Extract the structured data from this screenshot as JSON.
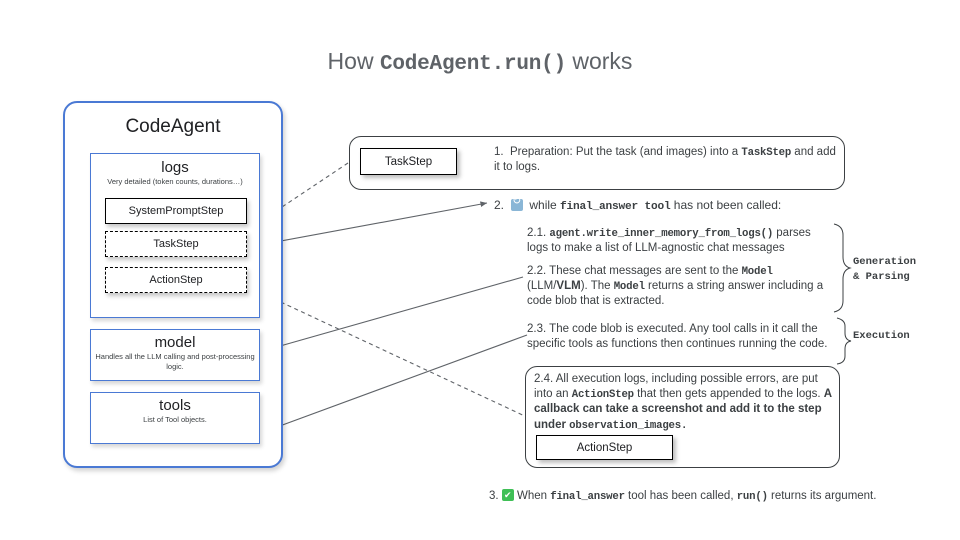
{
  "title": {
    "prefix": "How ",
    "code": "CodeAgent.run()",
    "suffix": " works"
  },
  "agent_panel": {
    "name": "CodeAgent",
    "logs": {
      "title": "logs",
      "subtitle": "Very detailed (token counts, durations…)",
      "steps": [
        {
          "label": "SystemPromptStep",
          "style": "solid"
        },
        {
          "label": "TaskStep",
          "style": "dashed"
        },
        {
          "label": "ActionStep",
          "style": "dashed"
        }
      ]
    },
    "model": {
      "title": "model",
      "subtitle": "Handles all the LLM calling and post-processing logic."
    },
    "tools": {
      "title": "tools",
      "subtitle": "List of Tool objects."
    }
  },
  "flow": {
    "step1": {
      "number": "1.",
      "chip_label": "TaskStep",
      "text_a": "Preparation: Put the task (and images) into a ",
      "code_a": "TaskStep",
      "text_b": " and add it to logs."
    },
    "step2": {
      "number": "2.",
      "icon": "loop-icon",
      "text_a": "while ",
      "code_a": "final_answer tool",
      "text_b": " has not been called:"
    },
    "step21": {
      "number": "2.1.",
      "code_a": "agent.write_inner_memory_from_logs()",
      "text_a": " parses logs to make a list of LLM-agnostic chat messages"
    },
    "step22": {
      "number": "2.2.",
      "text_a": " These chat messages are sent to the ",
      "code_a": "Model",
      "text_b": " (LLM/",
      "bold_a": "VLM",
      "text_c": "). The ",
      "code_b": "Model",
      "text_d": " returns a string answer including a code blob that is extracted."
    },
    "step23": {
      "number": "2.3.",
      "text_a": " The code blob is executed. Any tool calls in it call the specific tools as functions then continues running the code."
    },
    "step24": {
      "number": "2.4.",
      "text_a": " All execution logs, including possible errors, are put into an ",
      "code_a": "ActionStep",
      "text_b": " that then gets appended to the logs. ",
      "bold_a": "A callback can  take a screenshot and add it to the step under ",
      "bold_code_a": "observation_images.",
      "chip_label": "ActionStep"
    },
    "step3": {
      "number": "3.",
      "icon": "check-icon",
      "text_a": "When ",
      "code_a": "final_answer",
      "text_b": " tool has been called, ",
      "code_b": "run()",
      "text_c": " returns its argument."
    }
  },
  "group_labels": {
    "generation": "Generation\n& Parsing",
    "generation_line1": "Generation",
    "generation_line2": "& Parsing",
    "execution": "Execution"
  },
  "colors": {
    "brand_blue": "#4a79d4",
    "text": "#3c4043",
    "title_gray": "#5f6368",
    "arrow": "#5f6368",
    "check_green": "#3fbf56",
    "loop_blue": "#8ab6d6"
  }
}
